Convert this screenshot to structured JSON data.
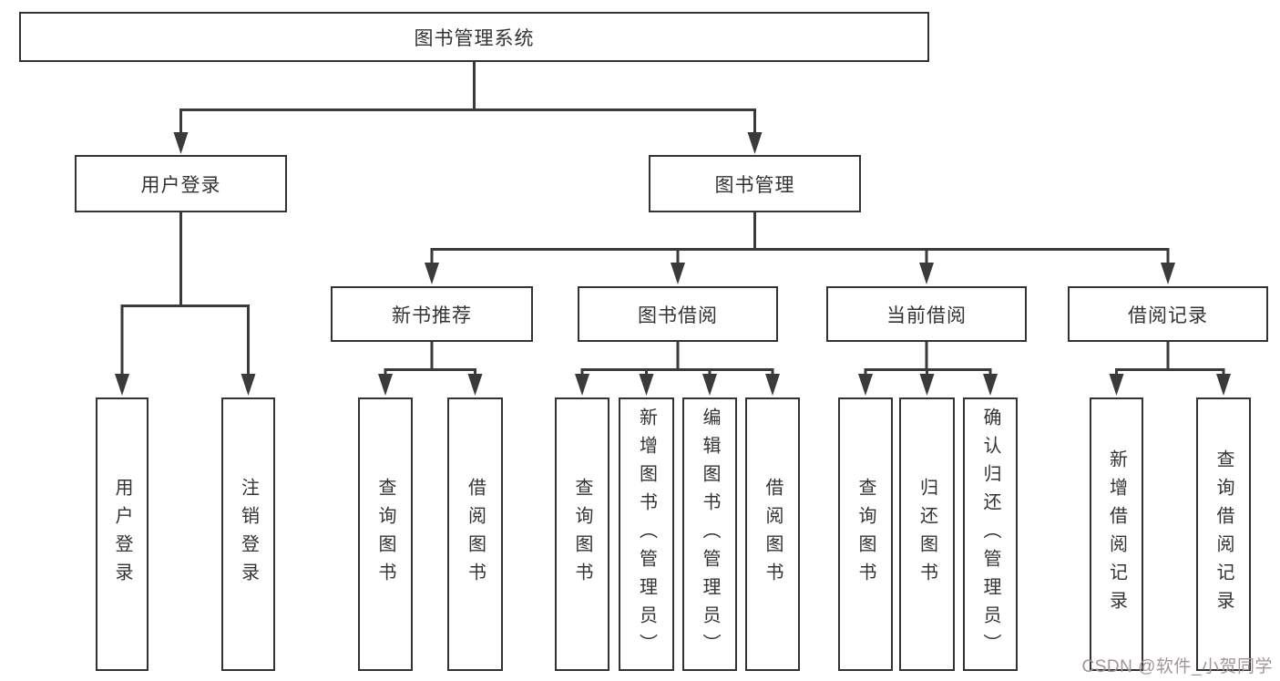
{
  "diagram": {
    "type": "tree",
    "nodes": {
      "root": "图书管理系统",
      "login": "用户登录",
      "book_mgmt": "图书管理",
      "new_rec": "新书推荐",
      "borrowing": "图书借阅",
      "current": "当前借阅",
      "records": "借阅记录",
      "leaf_login": "用户登录",
      "leaf_logout": "注销登录",
      "leaf_query_a": "查询图书",
      "leaf_borrow_a": "借阅图书",
      "leaf_query_b": "查询图书",
      "leaf_add_book": "新增图书（管理员）",
      "leaf_edit_book": "编辑图书（管理员）",
      "leaf_borrow_b": "借阅图书",
      "leaf_query_c": "查询图书",
      "leaf_return": "归还图书",
      "leaf_confirm": "确认归还（管理员）",
      "leaf_add_record": "新增借阅记录",
      "leaf_query_record": "查询借阅记录"
    },
    "edges": [
      [
        "图书管理系统",
        "用户登录"
      ],
      [
        "图书管理系统",
        "图书管理"
      ],
      [
        "用户登录",
        "用户登录"
      ],
      [
        "用户登录",
        "注销登录"
      ],
      [
        "图书管理",
        "新书推荐"
      ],
      [
        "图书管理",
        "图书借阅"
      ],
      [
        "图书管理",
        "当前借阅"
      ],
      [
        "图书管理",
        "借阅记录"
      ],
      [
        "新书推荐",
        "查询图书"
      ],
      [
        "新书推荐",
        "借阅图书"
      ],
      [
        "图书借阅",
        "查询图书"
      ],
      [
        "图书借阅",
        "新增图书（管理员）"
      ],
      [
        "图书借阅",
        "编辑图书（管理员）"
      ],
      [
        "图书借阅",
        "借阅图书"
      ],
      [
        "当前借阅",
        "查询图书"
      ],
      [
        "当前借阅",
        "归还图书"
      ],
      [
        "当前借阅",
        "确认归还（管理员）"
      ],
      [
        "借阅记录",
        "新增借阅记录"
      ],
      [
        "借阅记录",
        "查询借阅记录"
      ]
    ],
    "colors": {
      "background": "#ffffff",
      "box_border": "#333333",
      "line": "#3a3a3a",
      "text": "#333333",
      "watermark": "#a09599"
    }
  },
  "watermark": {
    "text": "CSDN @软件_小贺同学"
  }
}
